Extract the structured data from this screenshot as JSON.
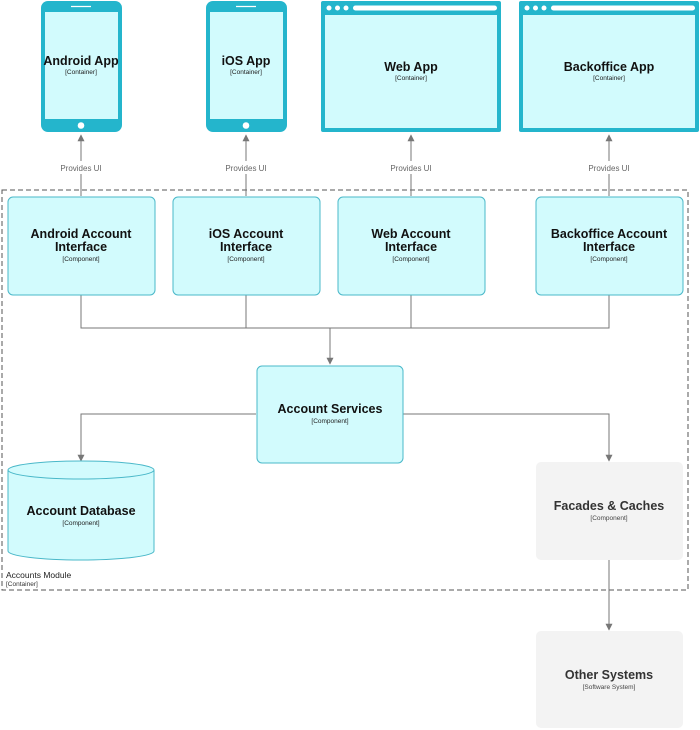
{
  "colors": {
    "container_fill": "#d2fbfd",
    "container_stroke": "#24b5cc",
    "component_fill": "#d2fbfd",
    "component_stroke": "#4ab8c9",
    "external_fill": "#f3f3f3",
    "line": "#777777",
    "boundary": "#555555"
  },
  "boundary": {
    "label": "Accounts Module",
    "type": "[Container]"
  },
  "containers": {
    "android_app": {
      "title": "Android App",
      "type": "[Container]"
    },
    "ios_app": {
      "title": "iOS App",
      "type": "[Container]"
    },
    "web_app": {
      "title": "Web App",
      "type": "[Container]"
    },
    "backoffice_app": {
      "title": "Backoffice App",
      "type": "[Container]"
    }
  },
  "components": {
    "android_interface": {
      "title_line1": "Android Account",
      "title_line2": "Interface",
      "type": "[Component]"
    },
    "ios_interface": {
      "title_line1": "iOS Account",
      "title_line2": "Interface",
      "type": "[Component]"
    },
    "web_interface": {
      "title_line1": "Web Account",
      "title_line2": "Interface",
      "type": "[Component]"
    },
    "backoffice_interface": {
      "title_line1": "Backoffice Account",
      "title_line2": "Interface",
      "type": "[Component]"
    },
    "account_services": {
      "title": "Account Services",
      "type": "[Component]"
    },
    "account_database": {
      "title": "Account Database",
      "type": "[Component]"
    },
    "facades_caches": {
      "title": "Facades & Caches",
      "type": "[Component]"
    }
  },
  "external": {
    "other_systems": {
      "title": "Other Systems",
      "type": "[Software System]"
    }
  },
  "edges": {
    "android_provides": "Provides UI",
    "ios_provides": "Provides UI",
    "web_provides": "Provides UI",
    "backoffice_provides": "Provides UI"
  }
}
